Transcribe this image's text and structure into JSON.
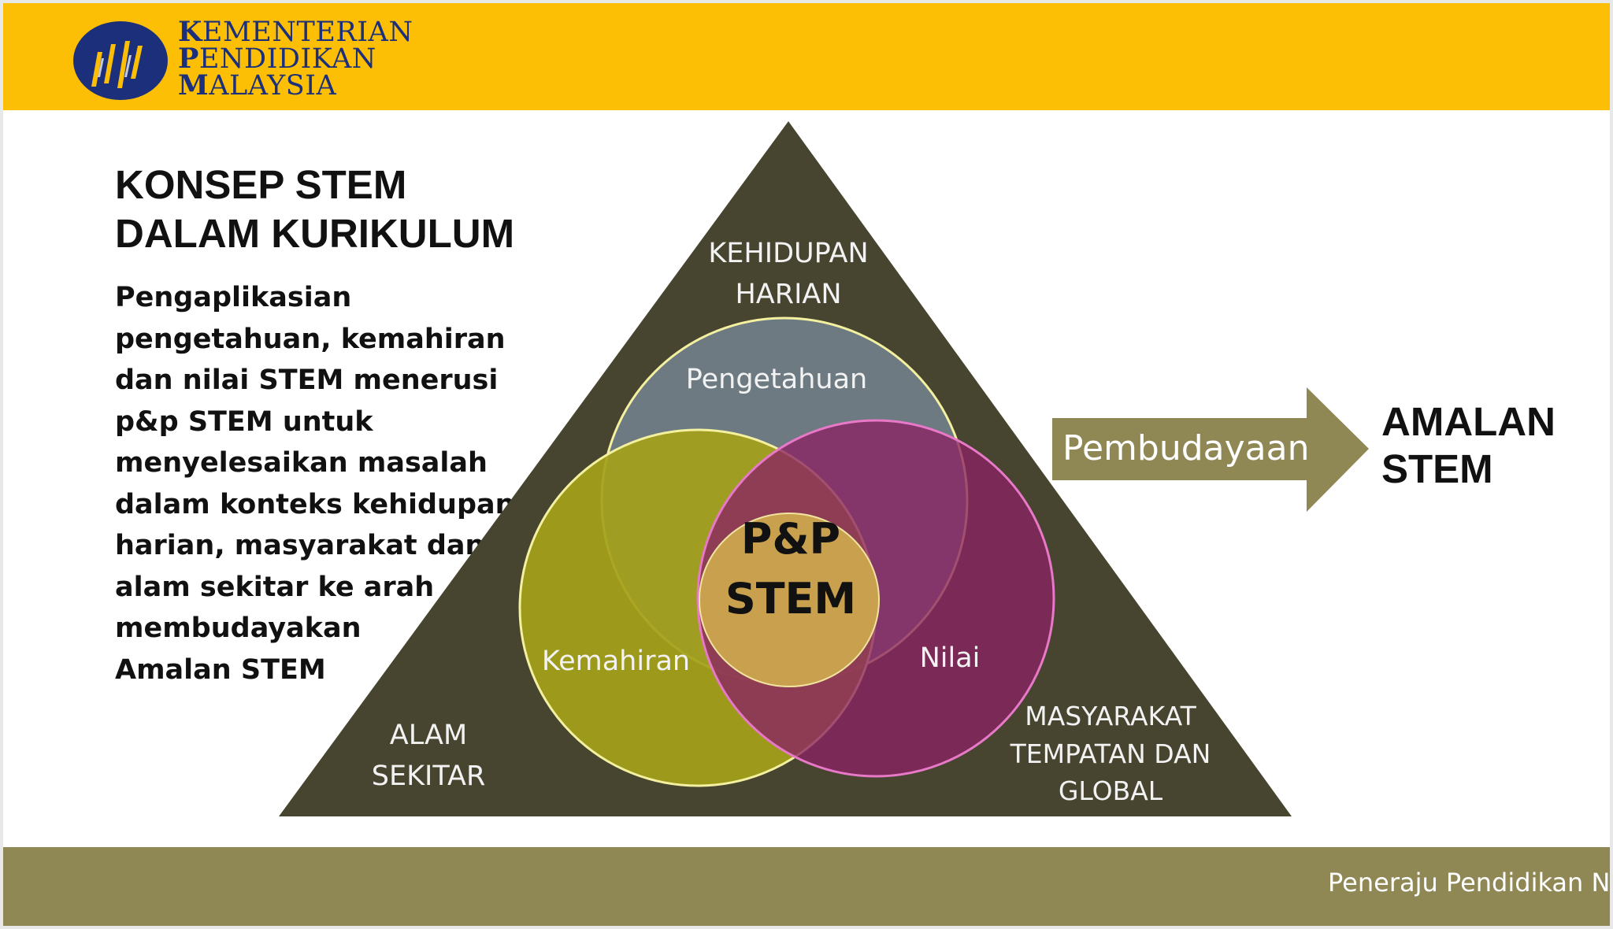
{
  "header": {
    "logo_lines": [
      {
        "cap": "K",
        "rest": "EMENTERIAN"
      },
      {
        "cap": "P",
        "rest": "ENDIDIKAN"
      },
      {
        "cap": "M",
        "rest": "ALAYSIA"
      }
    ],
    "band_color": "#fcbf06"
  },
  "title": {
    "line1": "KONSEP STEM",
    "line2": "DALAM KURIKULUM"
  },
  "description": [
    "Pengaplikasian",
    "pengetahuan, kemahiran",
    "dan nilai STEM menerusi",
    "p&p STEM untuk",
    "menyelesaikan masalah",
    "dalam konteks kehidupan",
    "harian, masyarakat dan",
    "alam sekitar ke arah",
    "membudayakan",
    "Amalan STEM"
  ],
  "diagram": {
    "triangle_color": "#47442f",
    "corners": {
      "top": [
        "KEHIDUPAN",
        "HARIAN"
      ],
      "bottom_left": [
        "ALAM",
        "SEKITAR"
      ],
      "bottom_right": [
        "MASYARAKAT",
        "TEMPATAN DAN",
        "GLOBAL"
      ]
    },
    "circles": {
      "top": {
        "label": "Pengetahuan",
        "color": "#6d7a82"
      },
      "left": {
        "label": "Kemahiran",
        "color": "#a5a11a"
      },
      "right": {
        "label": "Nilai",
        "color": "#8b2163"
      }
    },
    "center": {
      "line1": "P&P",
      "line2": "STEM",
      "color": "#c9a04e"
    }
  },
  "arrow": {
    "label": "Pembudayaan",
    "color": "#8f8855"
  },
  "result": {
    "line1": "AMALAN",
    "line2": "STEM"
  },
  "footer": {
    "text": "Peneraju Pendidikan N",
    "band_color": "#8f8855"
  }
}
